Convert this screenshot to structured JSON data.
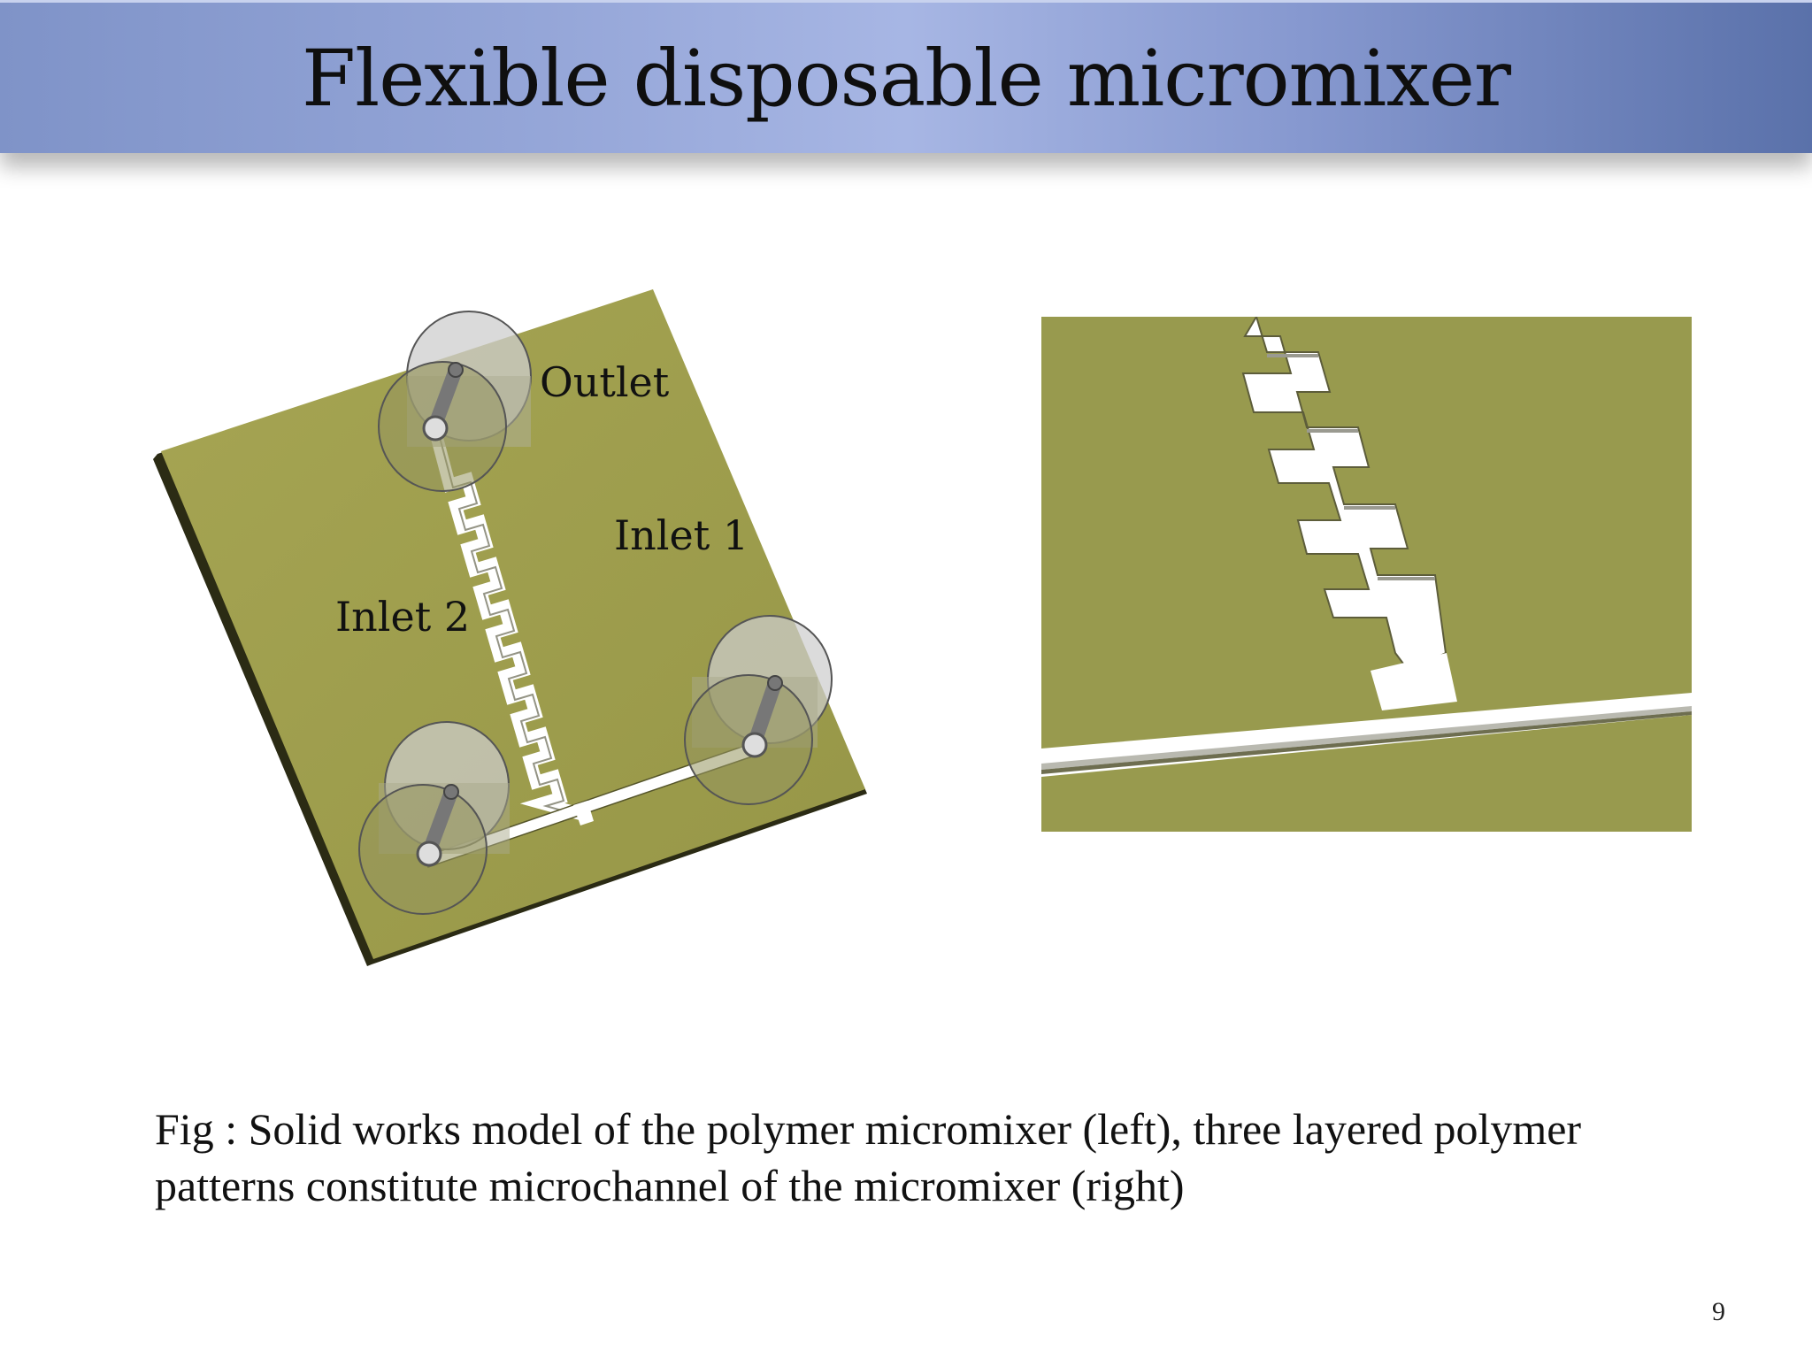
{
  "slide": {
    "title": "Flexible disposable micromixer",
    "labels": {
      "outlet": "Outlet",
      "inlet1": "Inlet 1",
      "inlet2": "Inlet 2"
    },
    "caption_line1": "Fig : Solid works model of the polymer micromixer  (left), three layered polymer",
    "caption_line2": "patterns constitute microchannel of the micromixer (right)",
    "page_number": "9"
  },
  "colors": {
    "substrate": "#9c9c4e",
    "substrate_dark": "#7f7f3a",
    "channel": "#ffffff",
    "title_bar": "#8fa2d6"
  }
}
